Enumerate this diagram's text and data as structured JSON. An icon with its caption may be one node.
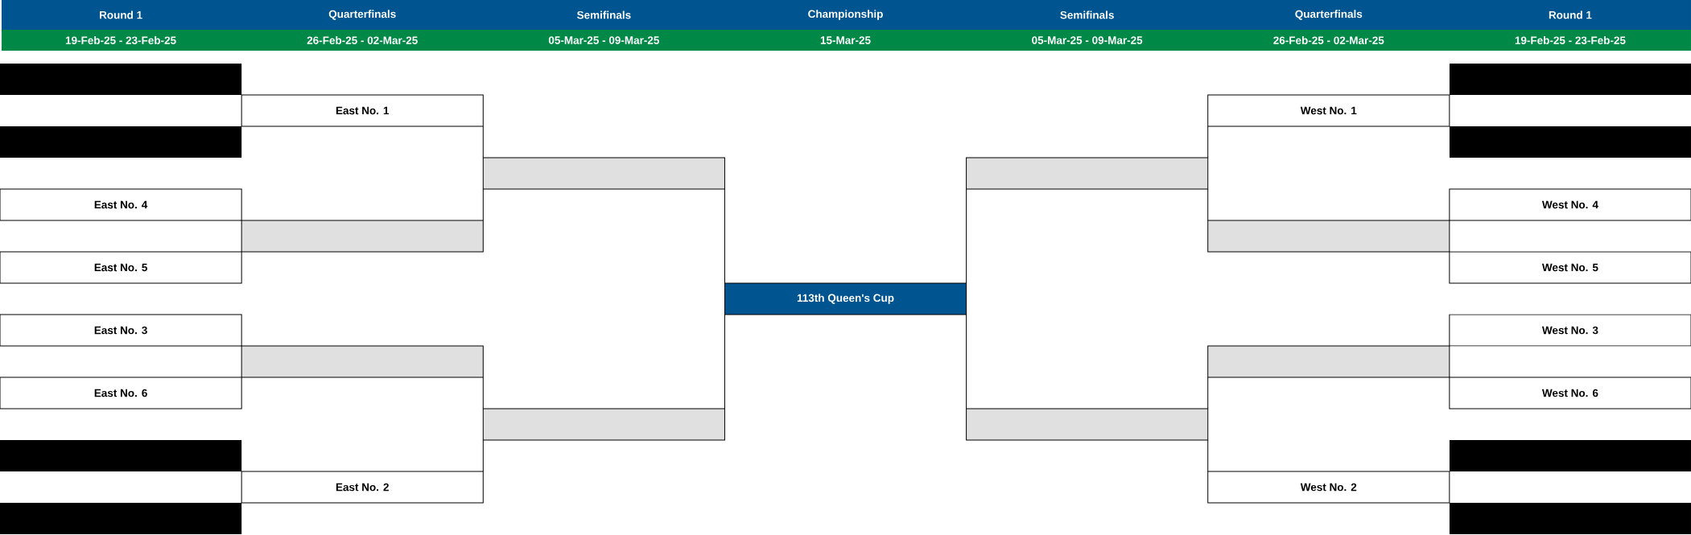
{
  "diagram": {
    "nodes": [
      {
        "text": [],
        "shape": "bar"
      },
      {
        "text": [],
        "shape": "bar"
      },
      {
        "text": [
          "East No. 1"
        ]
      },
      {
        "text": [
          "West No. 1"
        ]
      },
      {
        "text": [],
        "shape": "bar"
      },
      {
        "text": [],
        "shape": "bar"
      },
      {
        "text": [],
        "shape": "box"
      },
      {
        "text": [],
        "shape": "box"
      },
      {
        "text": [
          "East No. 4"
        ]
      },
      {
        "text": [
          "West No. 4"
        ]
      },
      {
        "text": [],
        "shape": "box"
      },
      {
        "text": [],
        "shape": "box"
      },
      {
        "text": [
          "East No. 5"
        ]
      },
      {
        "text": [
          "West No. 5"
        ]
      },
      {
        "text": [
          "113th Queen's Cup"
        ]
      },
      {
        "text": [
          "East No. 3"
        ]
      },
      {
        "text": [
          "West No. 3"
        ]
      },
      {
        "text": [],
        "shape": "box"
      },
      {
        "text": [],
        "shape": "box"
      },
      {
        "text": [
          "East No. 6"
        ]
      },
      {
        "text": [
          "West No. 6"
        ]
      },
      {
        "text": [],
        "shape": "box"
      },
      {
        "text": [],
        "shape": "box"
      },
      {
        "text": [],
        "shape": "bar"
      },
      {
        "text": [],
        "shape": "bar"
      },
      {
        "text": [
          "East No. 2"
        ]
      },
      {
        "text": [
          "West No. 2"
        ]
      },
      {
        "text": [],
        "shape": "bar"
      },
      {
        "text": [],
        "shape": "bar"
      }
    ],
    "edges": [
      {
        "from": 2,
        "to": 6,
        "arrow": "none"
      },
      {
        "from": 10,
        "to": 6,
        "arrow": "none"
      },
      {
        "from": 3,
        "to": 7,
        "arrow": "none"
      },
      {
        "from": 11,
        "to": 7,
        "arrow": "none"
      },
      {
        "from": 6,
        "to": 14,
        "arrow": "none"
      },
      {
        "from": 7,
        "to": 14,
        "arrow": "none"
      },
      {
        "from": 21,
        "to": 14,
        "arrow": "none"
      },
      {
        "from": 22,
        "to": 14,
        "arrow": "none"
      },
      {
        "from": 17,
        "to": 21,
        "arrow": "none"
      },
      {
        "from": 25,
        "to": 21,
        "arrow": "none"
      },
      {
        "from": 18,
        "to": 22,
        "arrow": "none"
      },
      {
        "from": 26,
        "to": 22,
        "arrow": "none"
      }
    ],
    "labels": [
      "Round 1",
      "Quarterfinals",
      "Semifinals",
      "Championship",
      "Semifinals",
      "Quarterfinals",
      "Round 1",
      "19-Feb-25 - 23-Feb-25",
      "26-Feb-25 - 02-Mar-25",
      "05-Mar-25 - 09-Mar-25",
      "15-Mar-25",
      "05-Mar-25 - 09-Mar-25",
      "26-Feb-25 - 02-Mar-25",
      "19-Feb-25 - 23-Feb-25"
    ]
  }
}
